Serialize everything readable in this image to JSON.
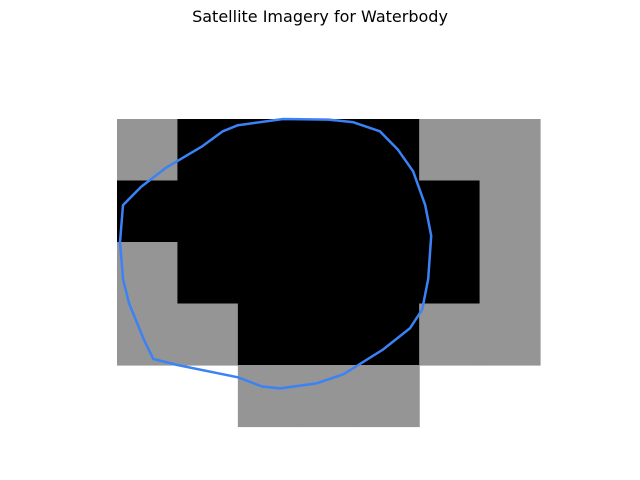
{
  "title": "Satellite Imagery for Waterbody",
  "colors": {
    "background": "#ffffff",
    "water": "#000000",
    "land": "#959595",
    "outline": "#3b82f6"
  },
  "chart_data": {
    "type": "heatmap",
    "title": "Satellite Imagery for Waterbody",
    "axes_visible": false,
    "cell_values": [
      "land",
      "water"
    ],
    "grid": [
      [
        "land",
        "water",
        "water",
        "water",
        "water",
        "land",
        "land"
      ],
      [
        "water",
        "water",
        "water",
        "water",
        "water",
        "water",
        "land"
      ],
      [
        "land",
        "water",
        "water",
        "water",
        "water",
        "water",
        "land"
      ],
      [
        "land",
        "land",
        "water",
        "water",
        "water",
        "land",
        "land"
      ],
      [
        "none",
        "none",
        "land",
        "land",
        "land",
        "none",
        "none"
      ]
    ],
    "outline": {
      "name": "waterbody-boundary",
      "points": [
        [
          1.4,
          0.45
        ],
        [
          1.75,
          0.2
        ],
        [
          2.0,
          0.1
        ],
        [
          2.75,
          0.0
        ],
        [
          3.5,
          0.01
        ],
        [
          3.9,
          0.05
        ],
        [
          4.35,
          0.2
        ],
        [
          4.65,
          0.5
        ],
        [
          4.9,
          0.85
        ],
        [
          5.1,
          1.4
        ],
        [
          5.2,
          1.9
        ],
        [
          5.15,
          2.6
        ],
        [
          5.05,
          3.1
        ],
        [
          4.85,
          3.4
        ],
        [
          4.4,
          3.75
        ],
        [
          3.75,
          4.15
        ],
        [
          3.3,
          4.3
        ],
        [
          2.7,
          4.38
        ],
        [
          2.4,
          4.35
        ],
        [
          2.0,
          4.2
        ],
        [
          1.0,
          4.0
        ],
        [
          0.6,
          3.9
        ],
        [
          0.45,
          3.6
        ],
        [
          0.2,
          3.0
        ],
        [
          0.1,
          2.6
        ],
        [
          0.05,
          2.0
        ],
        [
          0.1,
          1.4
        ],
        [
          0.4,
          1.1
        ],
        [
          0.8,
          0.8
        ],
        [
          1.4,
          0.45
        ]
      ]
    }
  }
}
